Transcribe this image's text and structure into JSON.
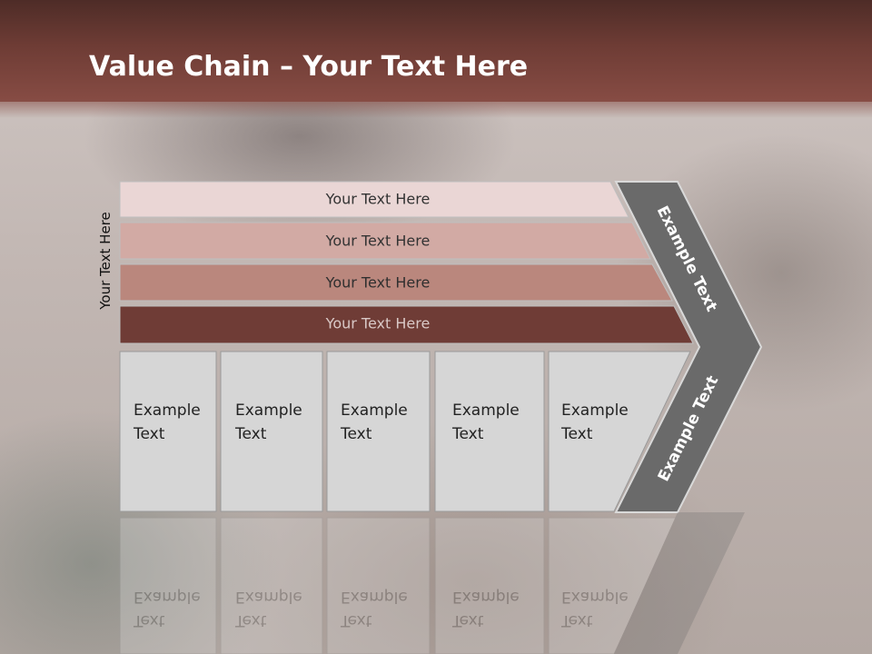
{
  "slide": {
    "title_bold": "Value Chain",
    "title_rest": " – Your Text Here",
    "vertical_label": "Your Text Here",
    "bands": [
      {
        "label": "Your Text Here",
        "color": "#ead6d5",
        "text_color": "#333333"
      },
      {
        "label": "Your Text Here",
        "color": "#d2aaa4",
        "text_color": "#333333"
      },
      {
        "label": "Your Text Here",
        "color": "#ba877d",
        "text_color": "#2f2f2f"
      },
      {
        "label": "Your Text Here",
        "color": "#6f3c36",
        "text_color": "#d9c8c6"
      }
    ],
    "columns": [
      {
        "line1": "Example",
        "line2": "Text"
      },
      {
        "line1": "Example",
        "line2": "Text"
      },
      {
        "line1": "Example",
        "line2": "Text"
      },
      {
        "line1": "Example",
        "line2": "Text"
      },
      {
        "line1": "Example",
        "line2": "Text"
      }
    ],
    "chevron_upper_label": "Example Text",
    "chevron_lower_label": "Example Text",
    "colors": {
      "header": "#6e3c35",
      "chevron": "#6a6a6a",
      "column_fill": "#d6d6d6",
      "column_border": "#9a9a9a"
    }
  }
}
